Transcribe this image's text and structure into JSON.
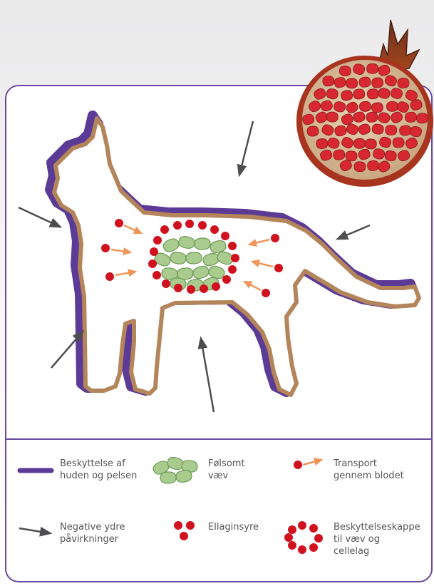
{
  "colors": {
    "frame": "#6a4aa0",
    "skin_outline": "#5c3b97",
    "fur_outline": "#b4855a",
    "tissue_fill": "#a9cc8e",
    "tissue_stroke": "#6d9a55",
    "ellagic_acid": "#d0111e",
    "transport_arrow": "#f0955a",
    "external_arrow": "#4e4e52",
    "pomegranate_skin": "#a8331f",
    "pomegranate_seed": "#d72832"
  },
  "icons": {
    "pomegranate": "pomegranate-illustration",
    "cat": "cat-silhouette",
    "skin_line": "purple-line-swatch",
    "tissue": "green-tissue-cells",
    "transport": "red-dot-orange-arrow",
    "external": "dark-arrow",
    "ellagic": "red-dot-cluster",
    "ring": "red-dot-ring"
  },
  "legend": {
    "skin": {
      "line1": "Beskyttelse af",
      "line2": "huden og pelsen"
    },
    "tissue": {
      "line1": "Følsomt",
      "line2": "væv"
    },
    "transport": {
      "line1": "Transport",
      "line2": "gennem blodet"
    },
    "external": {
      "line1": "Negative ydre",
      "line2": "påvirkninger"
    },
    "ellagic": {
      "line1": "Ellaginsyre"
    },
    "shield": {
      "line1": "Beskyttelseskappe",
      "line2": "til væv og",
      "line3": "cellelag"
    }
  }
}
